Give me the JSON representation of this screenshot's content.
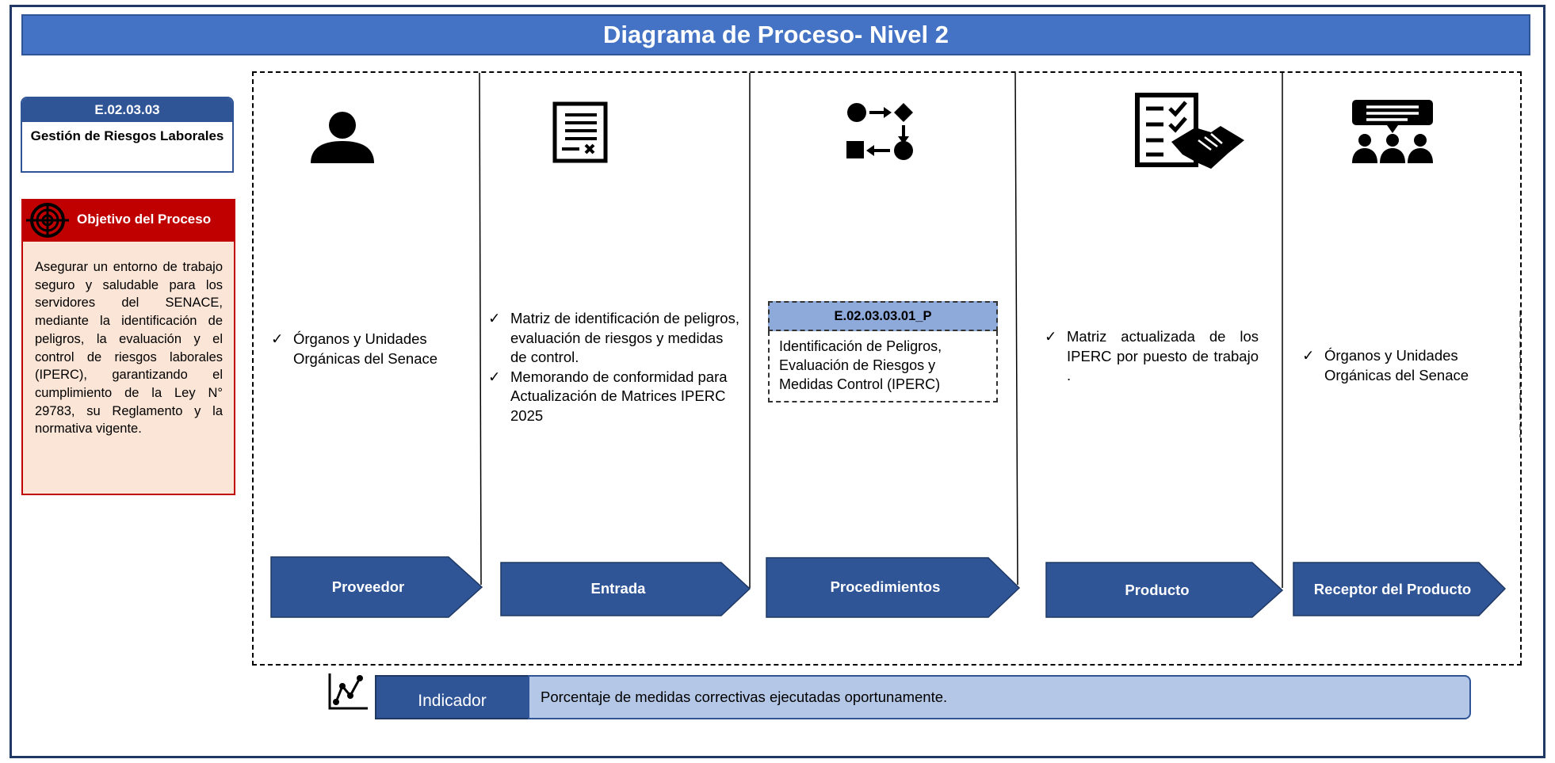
{
  "title": "Diagrama de Proceso- Nivel 2",
  "process": {
    "code": "E.02.03.03",
    "name": "Gestión de Riesgos Laborales"
  },
  "objective": {
    "header": "Objetivo del Proceso",
    "text": "Asegurar un entorno de trabajo seguro y saludable para los servidores del SENACE, mediante la identificación de peligros, la evaluación y el control de riesgos laborales (IPERC), garantizando el cumplimiento de la Ley N° 29783, su Reglamento y la normativa vigente."
  },
  "columns": {
    "proveedor": {
      "label": "Proveedor",
      "icon": "person-icon",
      "items": [
        "Órganos y Unidades Orgánicas del Senace"
      ]
    },
    "entrada": {
      "label": "Entrada",
      "icon": "document-icon",
      "items": [
        "Matriz de identificación de peligros, evaluación de riesgos y medidas de control.",
        "Memorando de conformidad para Actualización de Matrices IPERC 2025"
      ]
    },
    "procedimientos": {
      "label": "Procedimientos",
      "icon": "flow-process-icon",
      "code": "E.02.03.03.01_P",
      "description": "Identificación de Peligros, Evaluación de Riesgos y Medidas Control (IPERC)"
    },
    "producto": {
      "label": "Producto",
      "icon": "checklist-handshake-icon",
      "items": [
        "Matriz actualizada de los IPERC por puesto de trabajo ."
      ]
    },
    "receptor": {
      "label": "Receptor del Producto",
      "icon": "group-chat-icon",
      "items": [
        "Órganos y Unidades Orgánicas del Senace"
      ]
    }
  },
  "indicator": {
    "label": "Indicador",
    "value": "Porcentaje de medidas correctivas ejecutadas oportunamente.",
    "icon": "line-chart-icon"
  },
  "colors": {
    "title_bg": "#4472c4",
    "arrow_bg": "#2f5597",
    "objective_red": "#c00000",
    "objective_bg": "#fbe5d6",
    "proc_code_bg": "#8eaadb",
    "indicator_bg": "#b4c7e7"
  }
}
